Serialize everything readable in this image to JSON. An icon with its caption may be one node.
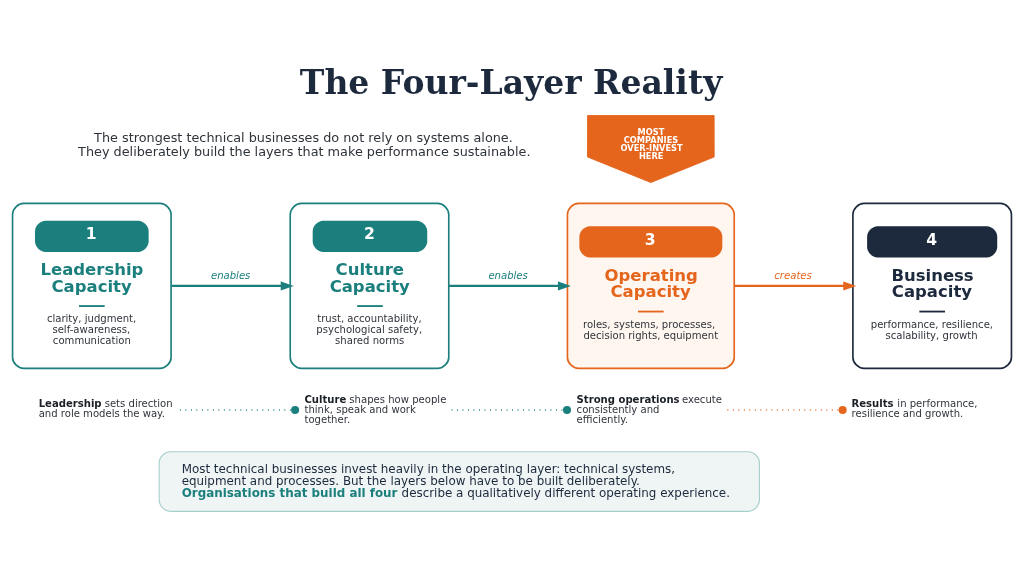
{
  "diagram": {
    "title": "The Four-Layer Reality",
    "nodes": [
      {
        "text": [
          "1",
          "Leadership Capacity",
          "clarity, judgment, self-awareness, communication"
        ]
      },
      {
        "text": [
          "2",
          "Culture Capacity",
          "trust, accountability, psychological safety, shared norms"
        ]
      },
      {
        "text": [
          "3",
          "Operating Capacity",
          "roles, systems, processes, decision rights, equipment"
        ]
      },
      {
        "text": [
          "MOST COMPANIES OVER-INVEST HERE"
        ]
      },
      {
        "text": [
          "4",
          "Business Capacity",
          "performance, resilience, scalability, growth"
        ]
      },
      {
        "text": [
          "**Leadership** sets direction and role models the way."
        ]
      },
      {
        "text": [
          "**Culture** shapes how people think, speak and work together."
        ]
      },
      {
        "text": [
          "**Strong operations** execute consistently and efficiently."
        ]
      },
      {
        "text": [
          "**Results** in performance, resilience and growth."
        ]
      },
      {
        "text": [
          "Most technical businesses invest heavily in the operating layer: technical systems, equipment and processes. But the layers below have to be built deliberately. **Organisations that build all four** describe a qualitatively different operating experience."
        ]
      }
    ],
    "edges": [
      {
        "from": 0,
        "to": 1,
        "arrow": "to",
        "label": "enables"
      },
      {
        "from": 1,
        "to": 2,
        "arrow": "to",
        "label": "enables"
      },
      {
        "from": 2,
        "to": 4,
        "arrow": "to",
        "label": "creates",
        "color": "#e5651c"
      },
      {
        "from": 5,
        "to": 6,
        "arrow": "other",
        "style": "dashed"
      },
      {
        "from": 6,
        "to": 7,
        "arrow": "other",
        "style": "dashed"
      },
      {
        "from": 7,
        "to": 8,
        "arrow": "other",
        "style": "dashed",
        "color": "#e5651c"
      }
    ],
    "labels": [
      "The strongest technical businesses do not rely on systems alone. They deliberately build the layers that make performance sustainable."
    ]
  }
}
